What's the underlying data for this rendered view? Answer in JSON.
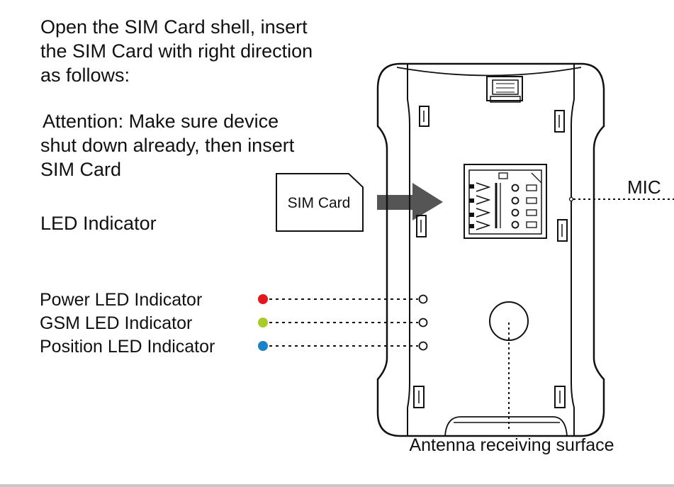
{
  "instructions": {
    "line1": "Open the SIM Card shell, insert",
    "line2": "the SIM Card with right direction",
    "line3": "as follows:"
  },
  "attention": {
    "line1": "Attention: Make sure device",
    "line2": "shut down already, then insert",
    "line3": "SIM Card"
  },
  "sim_card_label": "SIM Card",
  "led_section_title": "LED Indicator",
  "leds": [
    {
      "label": "Power LED Indicator",
      "color": "#e3171d"
    },
    {
      "label": "GSM LED Indicator",
      "color": "#a8cd2a"
    },
    {
      "label": "Position LED Indicator",
      "color": "#1c82c6"
    }
  ],
  "mic_label": "MIC",
  "antenna_label": "Antenna receiving surface",
  "colors": {
    "outline": "#111111",
    "arrow": "#555555"
  }
}
